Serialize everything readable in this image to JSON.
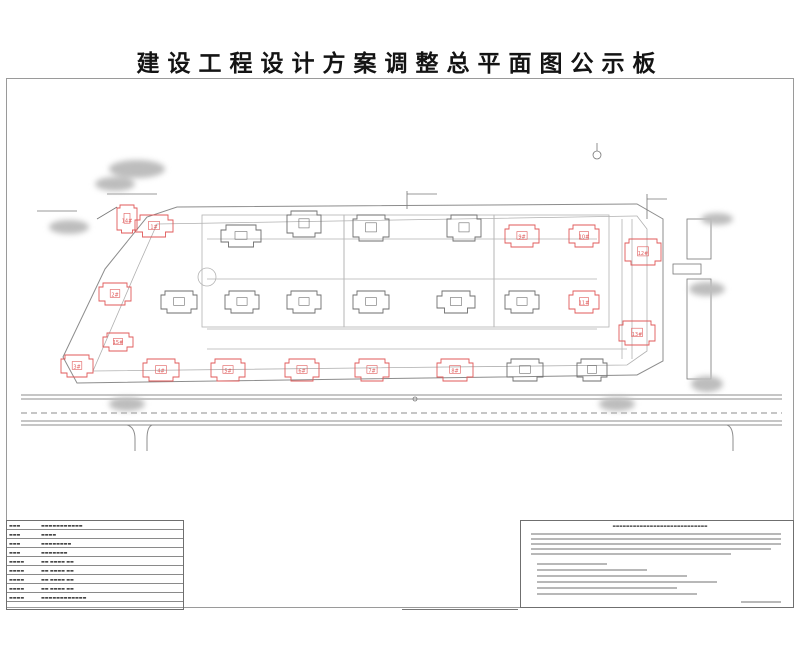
{
  "board": {
    "title": "建设工程设计方案调整总平面图公示板"
  },
  "buildings": [
    {
      "id": "b1",
      "label": "1#",
      "status": "adjusted"
    },
    {
      "id": "b2",
      "label": "2#",
      "status": "adjusted"
    },
    {
      "id": "b3",
      "label": "3#",
      "status": "adjusted"
    },
    {
      "id": "b4",
      "label": "4#",
      "status": "adjusted"
    },
    {
      "id": "b5",
      "label": "5#",
      "status": "adjusted"
    },
    {
      "id": "b6",
      "label": "6#",
      "status": "adjusted"
    },
    {
      "id": "b7",
      "label": "7#",
      "status": "adjusted"
    },
    {
      "id": "b8",
      "label": "8#",
      "status": "adjusted"
    },
    {
      "id": "b9",
      "label": "9#",
      "status": "adjusted"
    },
    {
      "id": "b10",
      "label": "10#",
      "status": "adjusted"
    },
    {
      "id": "b11",
      "label": "11#",
      "status": "adjusted"
    },
    {
      "id": "b12",
      "label": "12#",
      "status": "adjusted"
    },
    {
      "id": "b13",
      "label": "13#",
      "status": "adjusted"
    },
    {
      "id": "b14",
      "label": "14#",
      "status": "adjusted"
    },
    {
      "id": "b15",
      "label": "15#",
      "status": "adjusted"
    },
    {
      "id": "g1",
      "label": "",
      "status": "existing"
    },
    {
      "id": "g2",
      "label": "",
      "status": "existing"
    },
    {
      "id": "g3",
      "label": "",
      "status": "existing"
    },
    {
      "id": "g4",
      "label": "",
      "status": "existing"
    },
    {
      "id": "g5",
      "label": "",
      "status": "existing"
    },
    {
      "id": "g6",
      "label": "",
      "status": "existing"
    },
    {
      "id": "g7",
      "label": "",
      "status": "existing"
    },
    {
      "id": "g8",
      "label": "",
      "status": "existing"
    },
    {
      "id": "g9",
      "label": "",
      "status": "existing"
    },
    {
      "id": "g10",
      "label": "",
      "status": "existing"
    },
    {
      "id": "g11",
      "label": "",
      "status": "existing"
    },
    {
      "id": "g12",
      "label": "",
      "status": "existing"
    }
  ],
  "colors": {
    "adjusted": "#e05a5a",
    "existing": "#6e6e6e",
    "road": "#8c8c8c",
    "frame": "#9a9a9a"
  }
}
